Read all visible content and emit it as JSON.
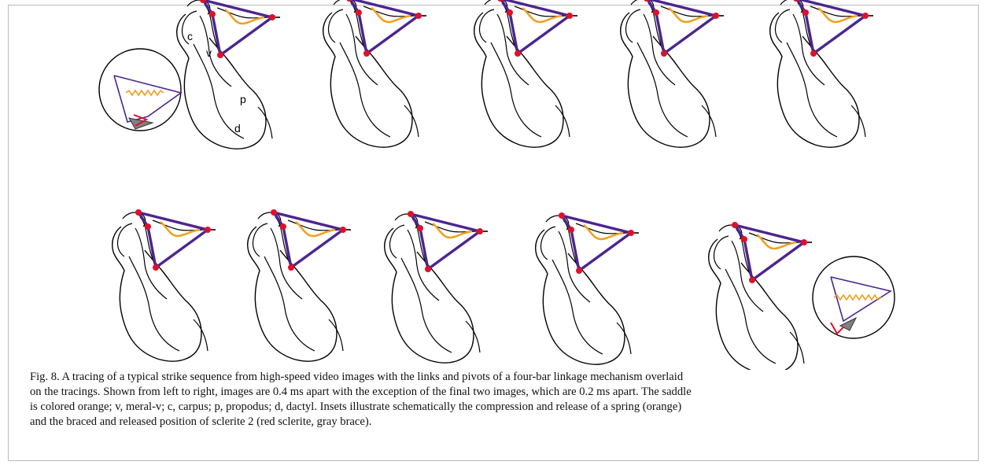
{
  "figure": {
    "part_labels": {
      "carpus": "c",
      "meral_v": "v",
      "propodus": "p",
      "dactyl": "d"
    },
    "frames_top_row": 5,
    "frames_bottom_row": 5,
    "colors": {
      "outline": "#000000",
      "links": "#4b2590",
      "pivots": "#e0102a",
      "saddle": "#f0a020",
      "brace": "#808080",
      "sclerite": "#e0102a"
    }
  },
  "caption": {
    "line1": "Fig. 8. A tracing of a typical strike sequence from high-speed video images with the links and pivots of a four-bar linkage mechanism overlaid",
    "line2": "on the tracings. Shown from left to right, images are 0.4 ms apart with the exception of the final two images, which are 0.2 ms apart. The saddle",
    "line3": "is colored orange; v, meral-v; c, carpus; p, propodus; d, dactyl. Insets illustrate schematically the compression and release of a spring (orange)",
    "line4": "and the braced and released position of sclerite 2 (red sclerite, gray brace)."
  }
}
